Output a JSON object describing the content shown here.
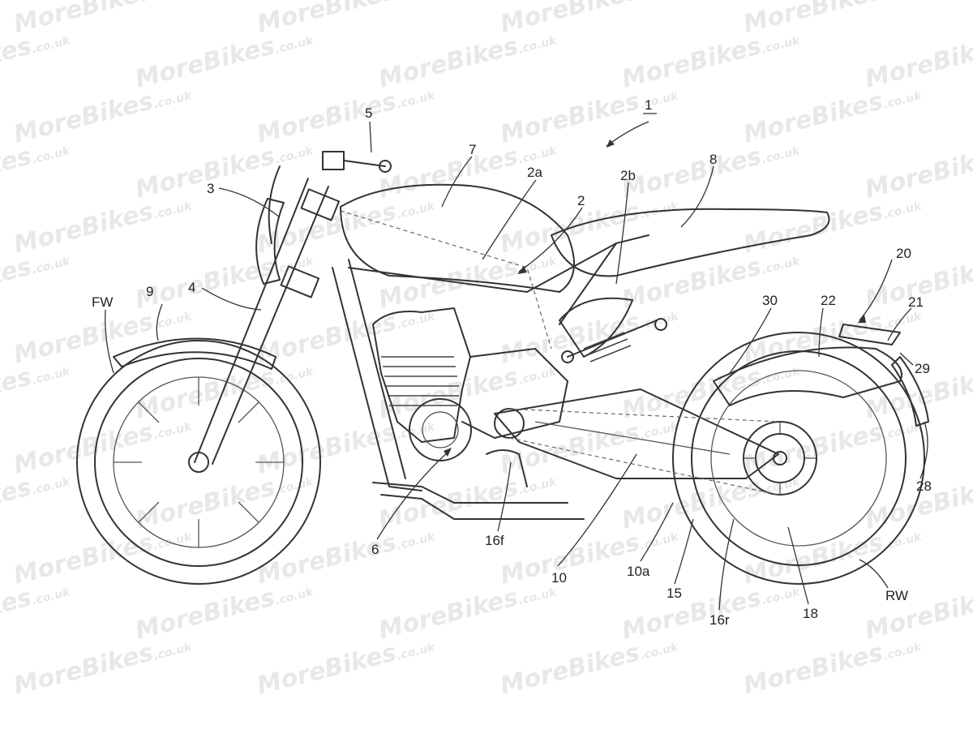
{
  "watermark": {
    "brand": "MoreBikes",
    "suffix": ".co.uk"
  },
  "labels": {
    "l1": "1",
    "l2": "2",
    "l2a": "2a",
    "l2b": "2b",
    "l3": "3",
    "l4": "4",
    "l5": "5",
    "l6": "6",
    "l7": "7",
    "l8": "8",
    "l9": "9",
    "l10": "10",
    "l10a": "10a",
    "l15": "15",
    "l16f": "16f",
    "l16r": "16r",
    "l18": "18",
    "l20": "20",
    "l21": "21",
    "l22": "22",
    "l28": "28",
    "l29": "29",
    "l30": "30",
    "lFW": "FW",
    "lRW": "RW"
  }
}
